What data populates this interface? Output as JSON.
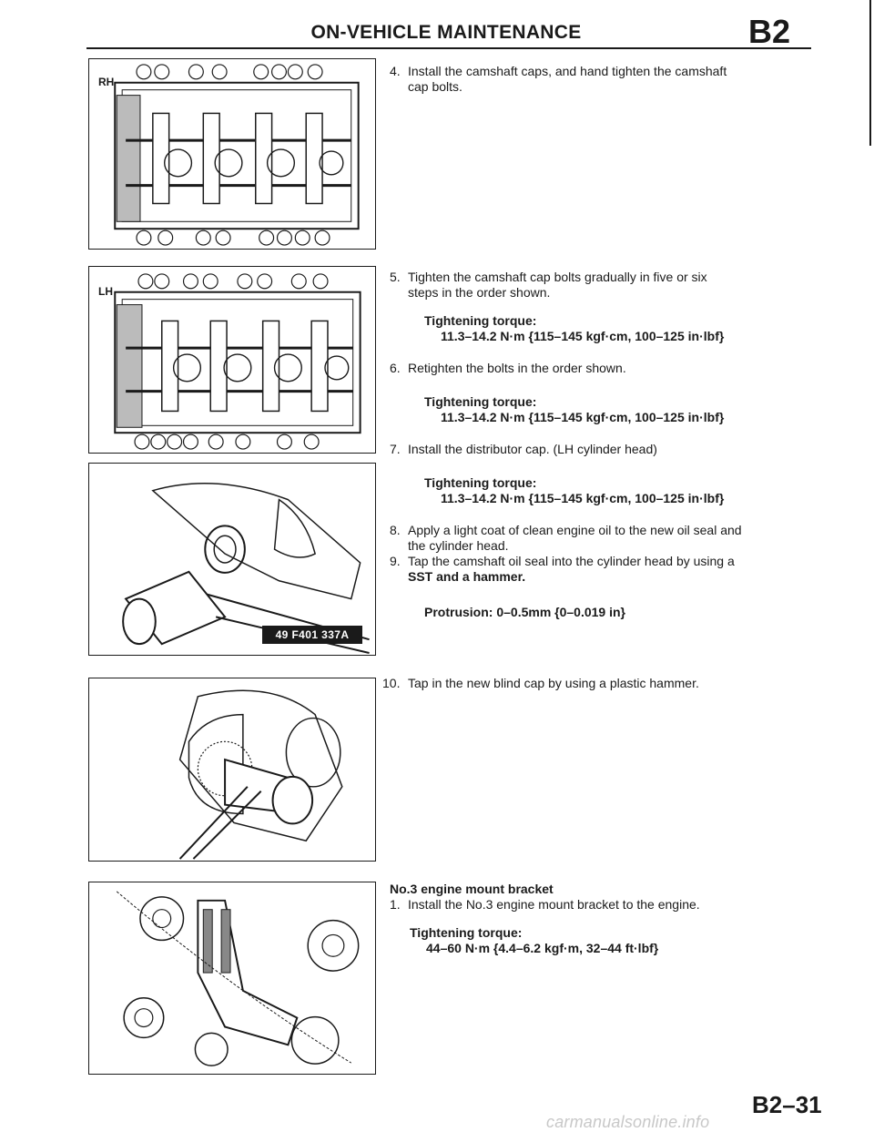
{
  "header": {
    "title": "ON-VEHICLE MAINTENANCE",
    "code": "B2"
  },
  "figures": {
    "rh": {
      "label": "RH"
    },
    "lh": {
      "label": "LH"
    },
    "seal": {
      "sst_badge": "49 F401 337A"
    }
  },
  "steps": [
    {
      "num": "4.",
      "line1": "Install the camshaft caps, and hand tighten the camshaft",
      "line2": "cap bolts."
    },
    {
      "num": "5.",
      "line1": "Tighten the camshaft cap bolts gradually in five or six",
      "line2": "steps in the order shown.",
      "torque_label": "Tightening torque:",
      "torque_value": "11.3–14.2 N·m {115–145 kgf·cm, 100–125 in·lbf}"
    },
    {
      "num": "6.",
      "line1": "Retighten the bolts in the order shown.",
      "torque_label": "Tightening torque:",
      "torque_value": "11.3–14.2 N·m {115–145 kgf·cm, 100–125 in·lbf}"
    },
    {
      "num": "7.",
      "line1": "Install the distributor cap. (LH cylinder head)",
      "torque_label": "Tightening torque:",
      "torque_value": "11.3–14.2 N·m {115–145 kgf·cm, 100–125 in·lbf}"
    },
    {
      "num": "8.",
      "line1": "Apply a light coat of clean engine oil to the new oil seal and",
      "line2": "the cylinder head."
    },
    {
      "num": "9.",
      "line1": "Tap the camshaft oil seal into the cylinder head by using a",
      "line2": "SST and a hammer.",
      "note": "Protrusion: 0–0.5mm {0–0.019 in}"
    },
    {
      "num": "10.",
      "line1": "Tap in the new blind cap by using a plastic hammer."
    }
  ],
  "mount_section": {
    "title": "No.3 engine mount bracket",
    "step_num": "1.",
    "step_text": "Install the No.3 engine mount bracket to the engine.",
    "torque_label": "Tightening torque:",
    "torque_value": "44–60 N·m {4.4–6.2 kgf·m, 32–44 ft·lbf}"
  },
  "footer": {
    "page_number": "B2–31",
    "watermark": "carmanualsonline.info"
  }
}
